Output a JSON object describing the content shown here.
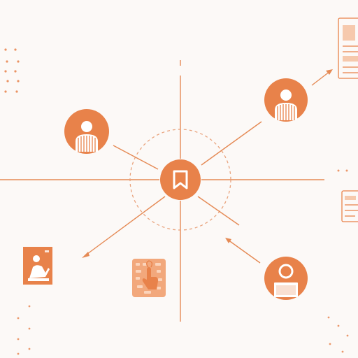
{
  "palette": {
    "background": "#fcf9f7",
    "accent": "#e8824a",
    "accent_light": "#f2a87c",
    "line": "#e58a55",
    "dashed": "#e9a47e"
  },
  "hub": {
    "icon": "bookmark-icon"
  },
  "nodes": [
    {
      "id": "user-top-left",
      "icon": "user-icon"
    },
    {
      "id": "user-top-right",
      "icon": "user-icon"
    },
    {
      "id": "user-bottom-right",
      "icon": "user-laptop-icon"
    }
  ],
  "cards": [
    {
      "id": "portrait-card",
      "icon": "person-card-icon"
    },
    {
      "id": "touch-card",
      "icon": "hand-touch-icon"
    }
  ],
  "documents": [
    {
      "id": "document-top-right",
      "icon": "document-icon"
    },
    {
      "id": "document-mid-right",
      "icon": "form-icon"
    }
  ]
}
